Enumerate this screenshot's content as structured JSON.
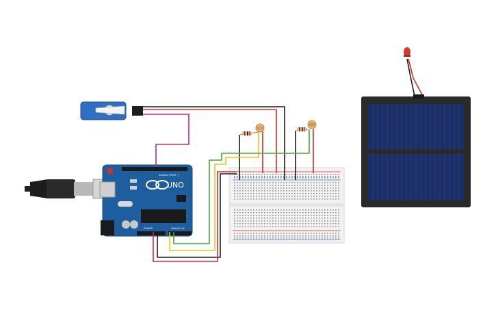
{
  "arduino": {
    "brand_logo": "∞",
    "model": "UNO",
    "header_digital": "DIGITAL (PWM ~)",
    "header_power": "POWER",
    "header_analog": "ANALOG IN"
  },
  "colors": {
    "background": "#ffffff",
    "board": "#1f5e9e",
    "breadboard": "#f2f2f2",
    "solar_panel": "#1b2f66",
    "servo": "#2f6fc0",
    "wire_red": "#d62a2a",
    "wire_black": "#1a1a1a",
    "wire_green": "#3fae2a",
    "wire_yellow": "#f2c21a",
    "wire_magenta": "#c2287d"
  },
  "icons": [
    "usb-cable-icon",
    "servo-icon",
    "photoresistor-icon",
    "resistor-icon",
    "led-icon",
    "solar-panel-icon"
  ]
}
